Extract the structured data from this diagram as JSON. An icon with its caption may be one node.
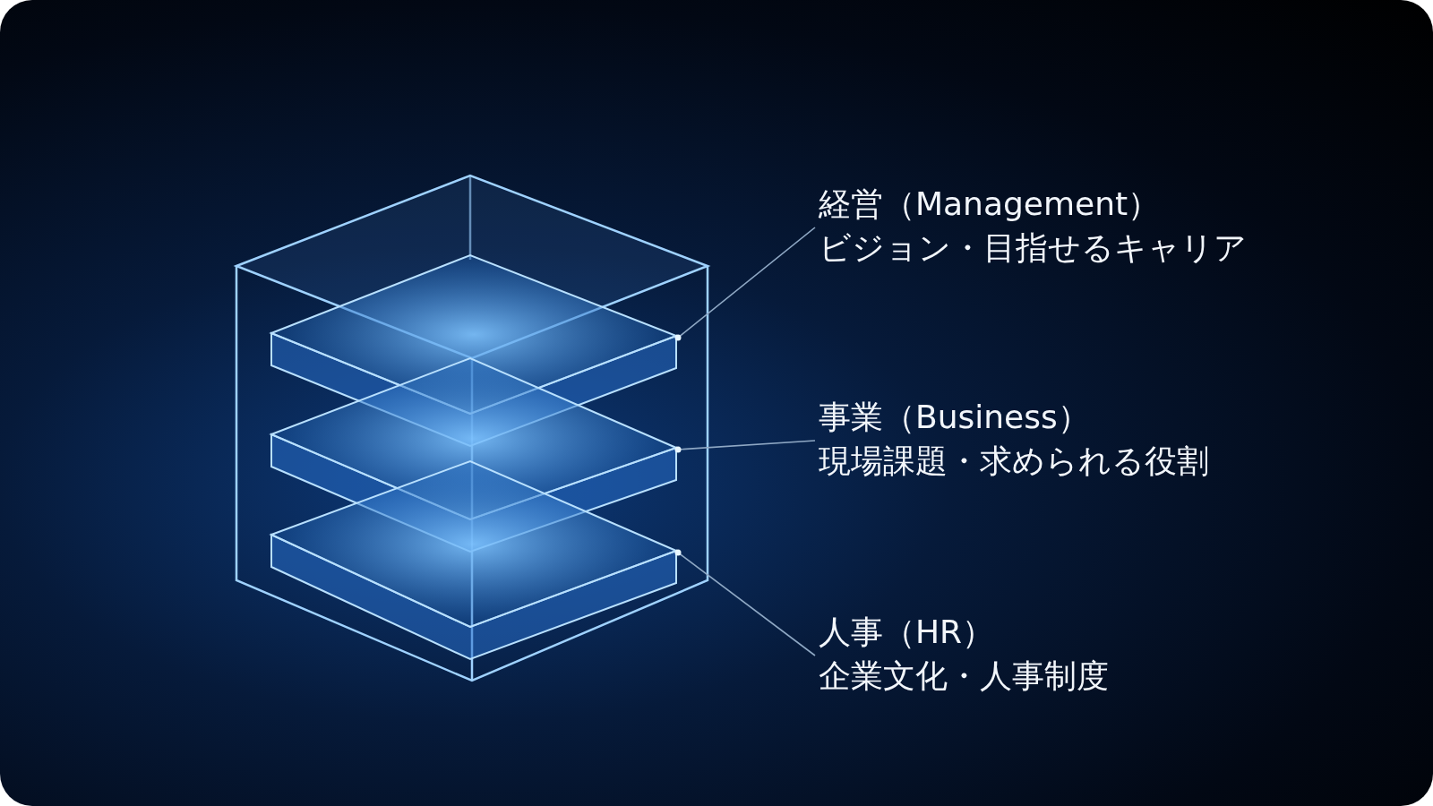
{
  "diagram": {
    "nodes": [
      {
        "text": [
          "経営（Management）",
          "ビジョン・目指せるキャリア"
        ]
      },
      {
        "text": [
          "事業（Business）",
          "現場課題・求められる役割"
        ]
      },
      {
        "text": [
          "人事（HR）",
          "企業文化・人事制度"
        ]
      },
      {
        "text": [],
        "shape": "box"
      },
      {
        "text": [],
        "shape": "box"
      },
      {
        "text": [],
        "shape": "box"
      }
    ],
    "edges": [
      {
        "from": 0,
        "to": 3,
        "arrow": "other"
      },
      {
        "from": 1,
        "to": 4,
        "arrow": "other"
      },
      {
        "from": 2,
        "to": 5,
        "arrow": "other"
      }
    ]
  }
}
